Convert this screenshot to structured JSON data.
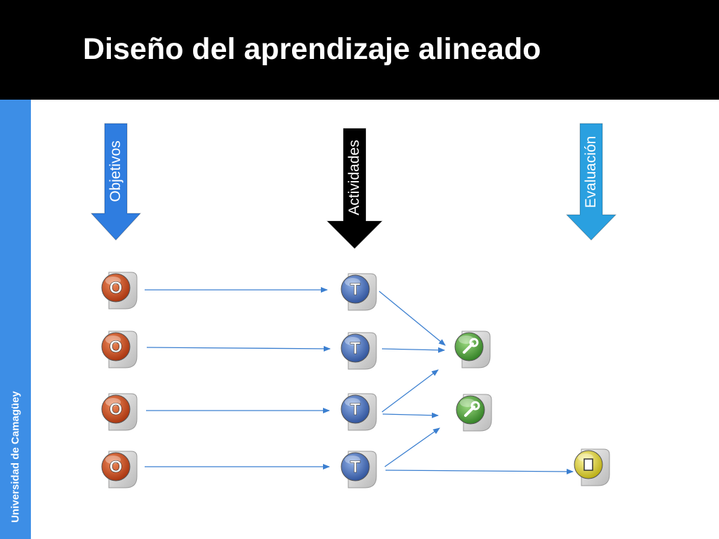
{
  "slide": {
    "title": "Diseño del aprendizaje alineado",
    "sidebar_text": "Universidad de Camagüey"
  },
  "columns": [
    {
      "key": "objetivos",
      "label": "Objetivos",
      "color": "#2f7de0",
      "text_color": "#ffffff"
    },
    {
      "key": "actividades",
      "label": "Actividades",
      "color": "#000000",
      "text_color": "#ffffff"
    },
    {
      "key": "evaluacion",
      "label": "Evaluación",
      "color": "#2aa0e0",
      "text_color": "#ffffff"
    }
  ],
  "nodes": [
    {
      "id": "o1",
      "type": "objective",
      "glyph": "O"
    },
    {
      "id": "o2",
      "type": "objective",
      "glyph": "O"
    },
    {
      "id": "o3",
      "type": "objective",
      "glyph": "O"
    },
    {
      "id": "o4",
      "type": "objective",
      "glyph": "O"
    },
    {
      "id": "t1",
      "type": "task",
      "glyph": "T"
    },
    {
      "id": "t2",
      "type": "task",
      "glyph": "T"
    },
    {
      "id": "t3",
      "type": "task",
      "glyph": "T"
    },
    {
      "id": "t4",
      "type": "task",
      "glyph": "T"
    },
    {
      "id": "w1",
      "type": "tool",
      "glyph": "wrench-icon"
    },
    {
      "id": "w2",
      "type": "tool",
      "glyph": "wrench-icon"
    },
    {
      "id": "d1",
      "type": "document",
      "glyph": "document-icon"
    }
  ],
  "edges": [
    {
      "from": "o1",
      "to": "t1"
    },
    {
      "from": "o2",
      "to": "t2"
    },
    {
      "from": "o3",
      "to": "t3"
    },
    {
      "from": "o4",
      "to": "t4"
    },
    {
      "from": "t1",
      "to": "w1"
    },
    {
      "from": "t2",
      "to": "w1"
    },
    {
      "from": "t3",
      "to": "w1"
    },
    {
      "from": "t3",
      "to": "w2"
    },
    {
      "from": "t4",
      "to": "w2"
    },
    {
      "from": "t4",
      "to": "d1"
    }
  ],
  "colors": {
    "objective": "#c8441a",
    "task": "#3d66b5",
    "tool": "#4aa23a",
    "document": "#e0d21e",
    "edge": "#3b7fd0"
  }
}
